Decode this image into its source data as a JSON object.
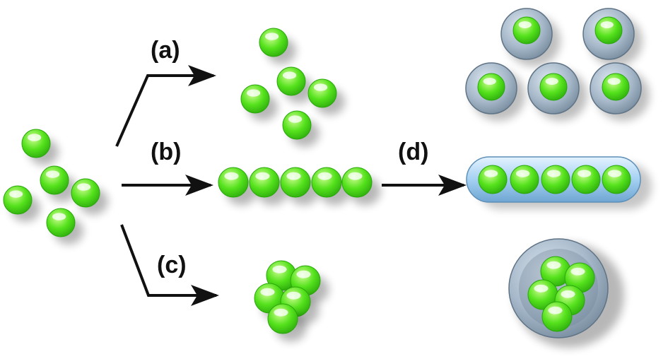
{
  "labels": {
    "a": "(a)",
    "b": "(b)",
    "c": "(c)",
    "d": "(d)"
  },
  "colors": {
    "particle": "#4fe01c",
    "particle_highlight": "#e9ffe0",
    "particle_edge": "#2aa60c",
    "shell": "#9bb0c3",
    "shell_edge": "#5f7386",
    "capsule": "#a9d2f0",
    "capsule_edge": "#5d8fb8",
    "arrow": "#111111"
  }
}
